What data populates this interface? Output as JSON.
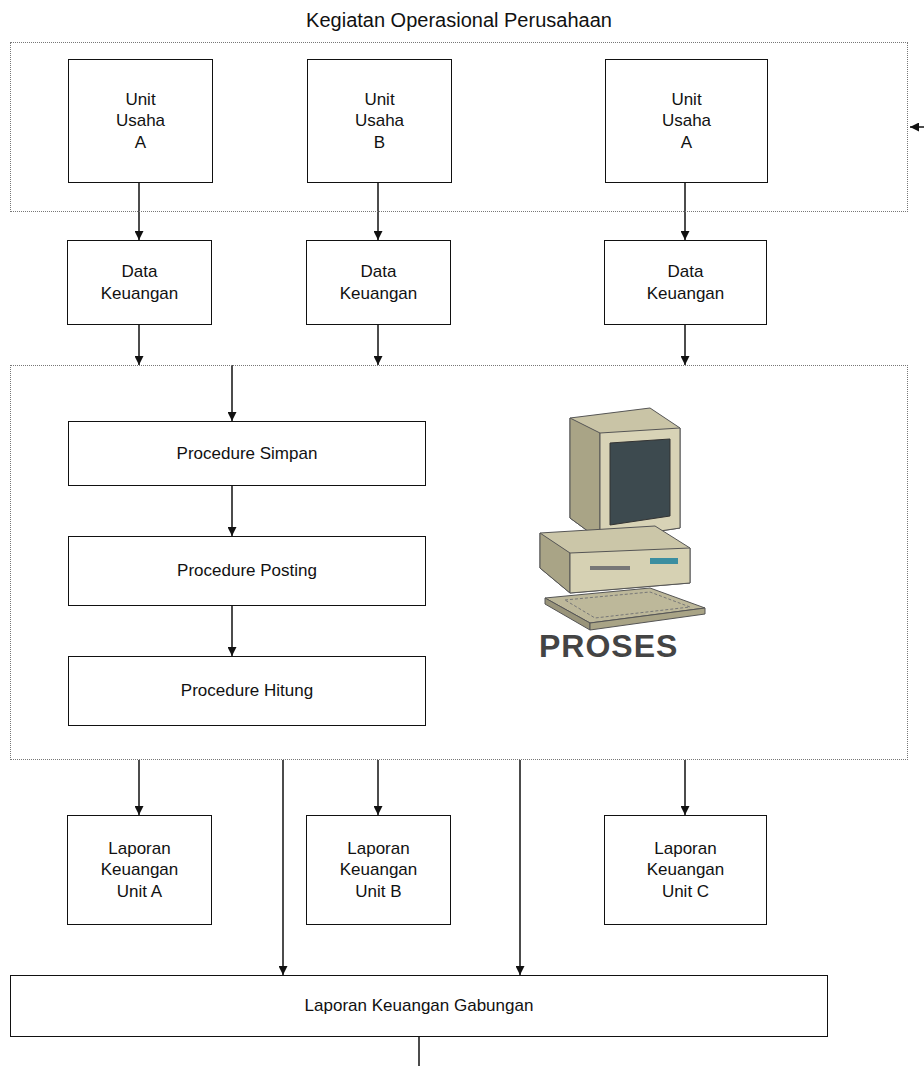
{
  "diagram": {
    "nodes": [
      {
        "text": [
          "Kegiatan Operasional Perusahaan"
        ]
      },
      {
        "text": [
          "Unit Usaha A"
        ],
        "in": 0
      },
      {
        "text": [
          "Unit Usaha B"
        ],
        "in": 0
      },
      {
        "text": [
          "Unit Usaha A"
        ],
        "in": 0
      },
      {
        "text": [
          "Data Keuangan"
        ]
      },
      {
        "text": [
          "Data Keuangan"
        ]
      },
      {
        "text": [
          "Data Keuangan"
        ]
      },
      {
        "text": [
          "PROSES"
        ]
      },
      {
        "text": [
          "Procedure Simpan"
        ],
        "in": 7
      },
      {
        "text": [
          "Procedure Posting"
        ],
        "in": 7
      },
      {
        "text": [
          "Procedure Hitung"
        ],
        "in": 7
      },
      {
        "text": [
          "Laporan Keuangan Unit A"
        ]
      },
      {
        "text": [
          "Laporan Keuangan Unit B"
        ]
      },
      {
        "text": [
          "Laporan Keuangan Unit C"
        ]
      },
      {
        "text": [
          "Laporan Keuangan Gabungan"
        ]
      }
    ],
    "edges": [
      {
        "from": 1,
        "to": 4,
        "arrow": "to"
      },
      {
        "from": 2,
        "to": 5,
        "arrow": "to"
      },
      {
        "from": 3,
        "to": 6,
        "arrow": "to"
      },
      {
        "from": 4,
        "to": 7,
        "arrow": "to"
      },
      {
        "from": 5,
        "to": 7,
        "arrow": "to"
      },
      {
        "from": 6,
        "to": 7,
        "arrow": "to"
      },
      {
        "from": 7,
        "to": 8,
        "arrow": "to"
      },
      {
        "from": 8,
        "to": 9,
        "arrow": "to"
      },
      {
        "from": 9,
        "to": 10,
        "arrow": "to"
      },
      {
        "from": 7,
        "to": 11,
        "arrow": "to"
      },
      {
        "from": 7,
        "to": 12,
        "arrow": "to"
      },
      {
        "from": 7,
        "to": 13,
        "arrow": "to"
      },
      {
        "from": 7,
        "to": 14,
        "arrow": "to"
      },
      {
        "from": 7,
        "to": 14,
        "arrow": "to"
      }
    ]
  }
}
